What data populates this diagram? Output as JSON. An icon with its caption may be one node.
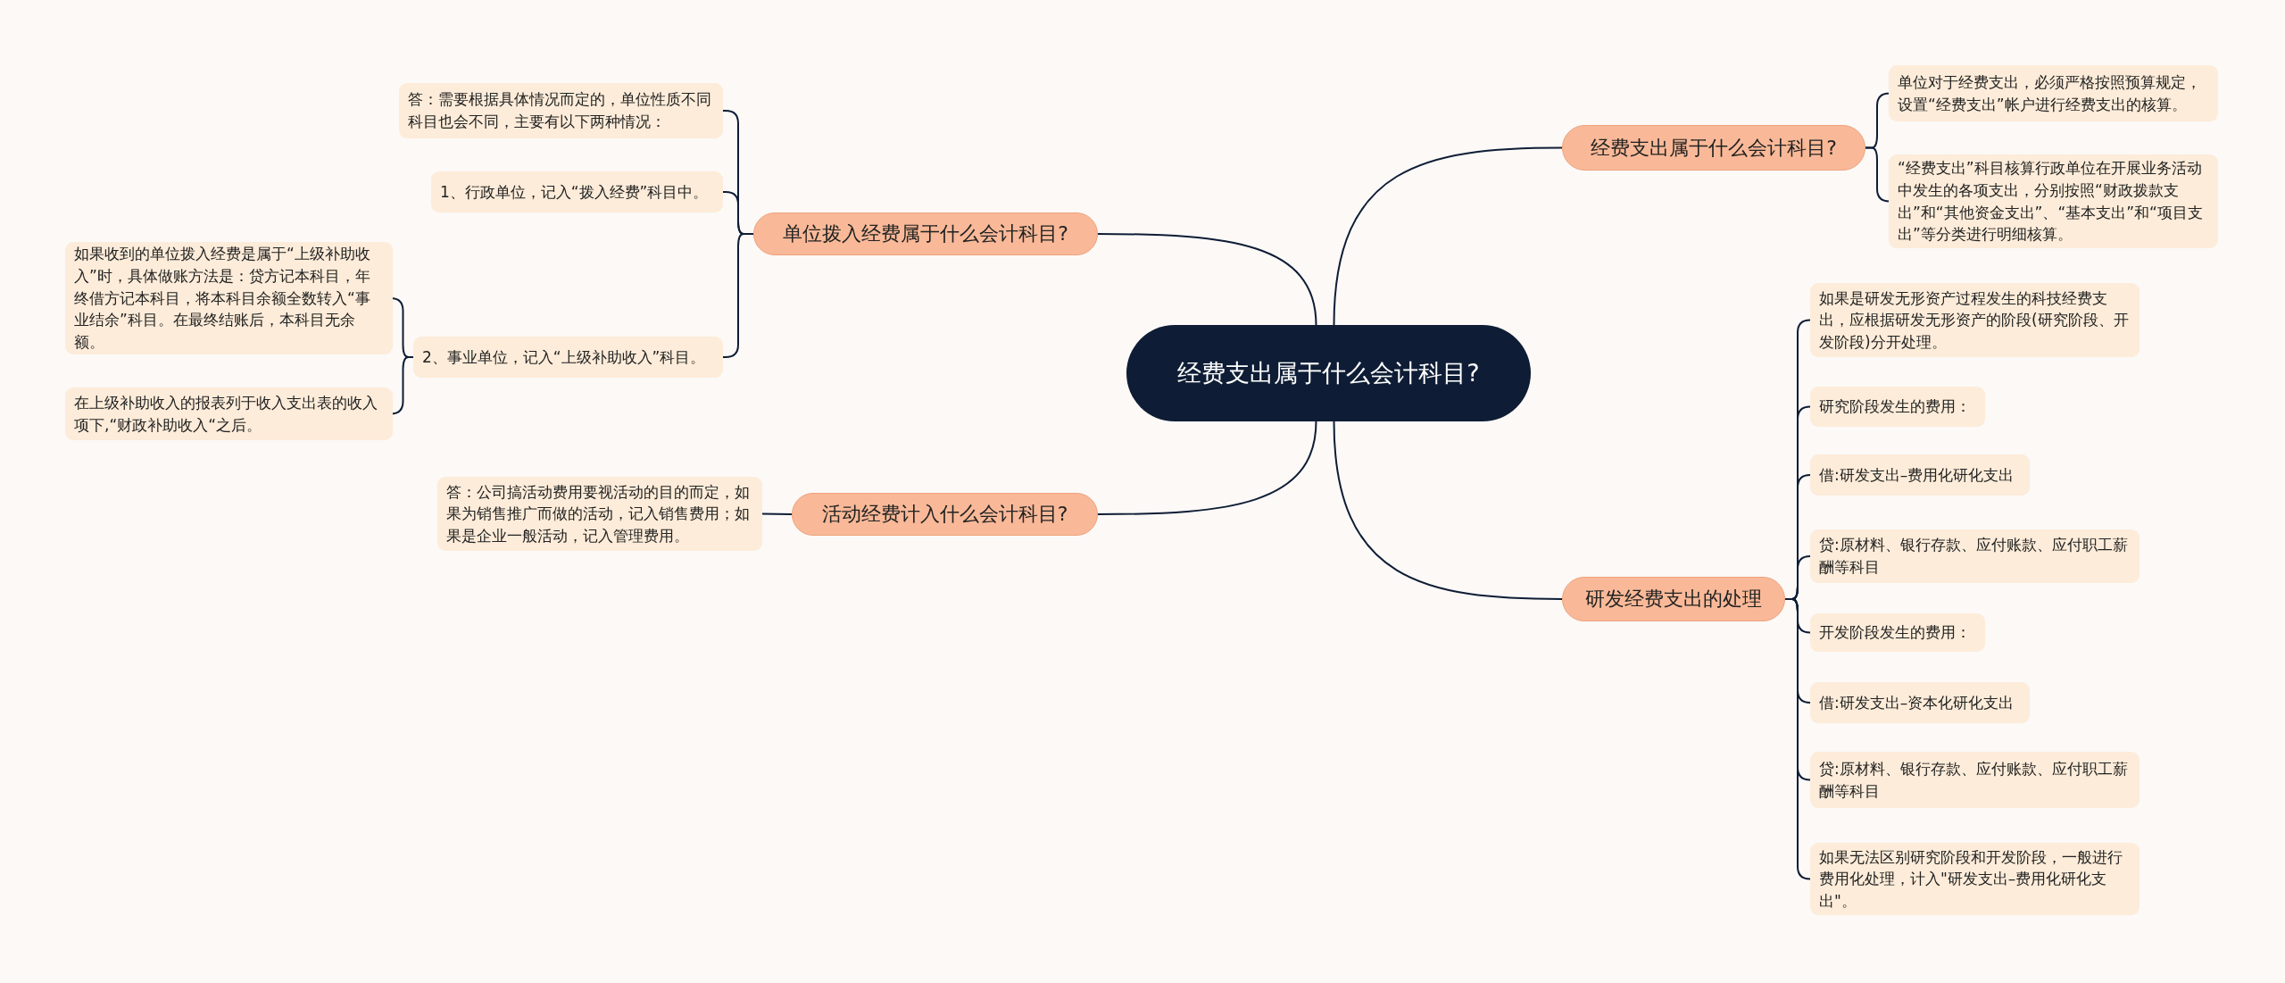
{
  "diagram": {
    "nodes": [
      {
        "text": [
          "经费支出属于什么会计科目?"
        ]
      },
      {
        "text": [
          "经费支出属于什么会计科目?"
        ]
      },
      {
        "text": [
          "单位对于经费支出，必须严格按照预算规定，设置“经费支出”帐户进行经费支出的核算。"
        ]
      },
      {
        "text": [
          "“经费支出”科目核算行政单位在开展业务活动中发生的各项支出，分别按照“财政拨款支出”和“其他资金支出”、“基本支出”和“项目支出”等分类进行明细核算。"
        ]
      },
      {
        "text": [
          "单位拨入经费属于什么会计科目?"
        ]
      },
      {
        "text": [
          "答：需要根据具体情况而定的，单位性质不同科目也会不同，主要有以下两种情况："
        ]
      },
      {
        "text": [
          "1、行政单位，记入“拨入经费”科目中。"
        ]
      },
      {
        "text": [
          "2、事业单位，记入“上级补助收入”科目。"
        ]
      },
      {
        "text": [
          "如果收到的单位拨入经费是属于“上级补助收入”时，具体做账方法是：贷方记本科目，年终借方记本科目，将本科目余额全数转入“事业结余”科目。在最终结账后，本科目无余额。"
        ]
      },
      {
        "text": [
          "在上级补助收入的报表列于收入支出表的收入项下,“财政补助收入“之后。"
        ]
      },
      {
        "text": [
          "活动经费计入什么会计科目?"
        ]
      },
      {
        "text": [
          "答：公司搞活动费用要视活动的目的而定，如果为销售推广而做的活动，记入销售费用；如果是企业一般活动，记入管理费用。"
        ]
      },
      {
        "text": [
          "研发经费支出的处理"
        ]
      },
      {
        "text": [
          "如果是研发无形资产过程发生的科技经费支出，应根据研发无形资产的阶段(研究阶段、开发阶段)分开处理。"
        ]
      },
      {
        "text": [
          "研究阶段发生的费用："
        ]
      },
      {
        "text": [
          "借:研发支出–费用化研化支出"
        ]
      },
      {
        "text": [
          "贷:原材料、银行存款、应付账款、应付职工薪酬等科目"
        ]
      },
      {
        "text": [
          "开发阶段发生的费用："
        ]
      },
      {
        "text": [
          "借:研发支出–资本化研化支出"
        ]
      },
      {
        "text": [
          "贷:原材料、银行存款、应付账款、应付职工薪酬等科目"
        ]
      },
      {
        "text": [
          "如果无法区别研究阶段和开发阶段，一般进行费用化处理，计入\"研发支出–费用化研化支出\"。"
        ]
      }
    ],
    "edges": [
      {
        "from": 0,
        "to": 1,
        "arrow": "none"
      },
      {
        "from": 1,
        "to": 2,
        "arrow": "none"
      },
      {
        "from": 1,
        "to": 3,
        "arrow": "none"
      },
      {
        "from": 0,
        "to": 4,
        "arrow": "none"
      },
      {
        "from": 4,
        "to": 5,
        "arrow": "none"
      },
      {
        "from": 4,
        "to": 6,
        "arrow": "none"
      },
      {
        "from": 4,
        "to": 7,
        "arrow": "none"
      },
      {
        "from": 7,
        "to": 8,
        "arrow": "none"
      },
      {
        "from": 7,
        "to": 9,
        "arrow": "none"
      },
      {
        "from": 0,
        "to": 10,
        "arrow": "none"
      },
      {
        "from": 10,
        "to": 11,
        "arrow": "none"
      },
      {
        "from": 0,
        "to": 12,
        "arrow": "none"
      },
      {
        "from": 12,
        "to": 13,
        "arrow": "none"
      },
      {
        "from": 12,
        "to": 14,
        "arrow": "none"
      },
      {
        "from": 12,
        "to": 15,
        "arrow": "none"
      },
      {
        "from": 12,
        "to": 16,
        "arrow": "none"
      },
      {
        "from": 12,
        "to": 17,
        "arrow": "none"
      },
      {
        "from": 12,
        "to": 18,
        "arrow": "none"
      },
      {
        "from": 12,
        "to": 19,
        "arrow": "none"
      },
      {
        "from": 12,
        "to": 20,
        "arrow": "none"
      }
    ]
  }
}
